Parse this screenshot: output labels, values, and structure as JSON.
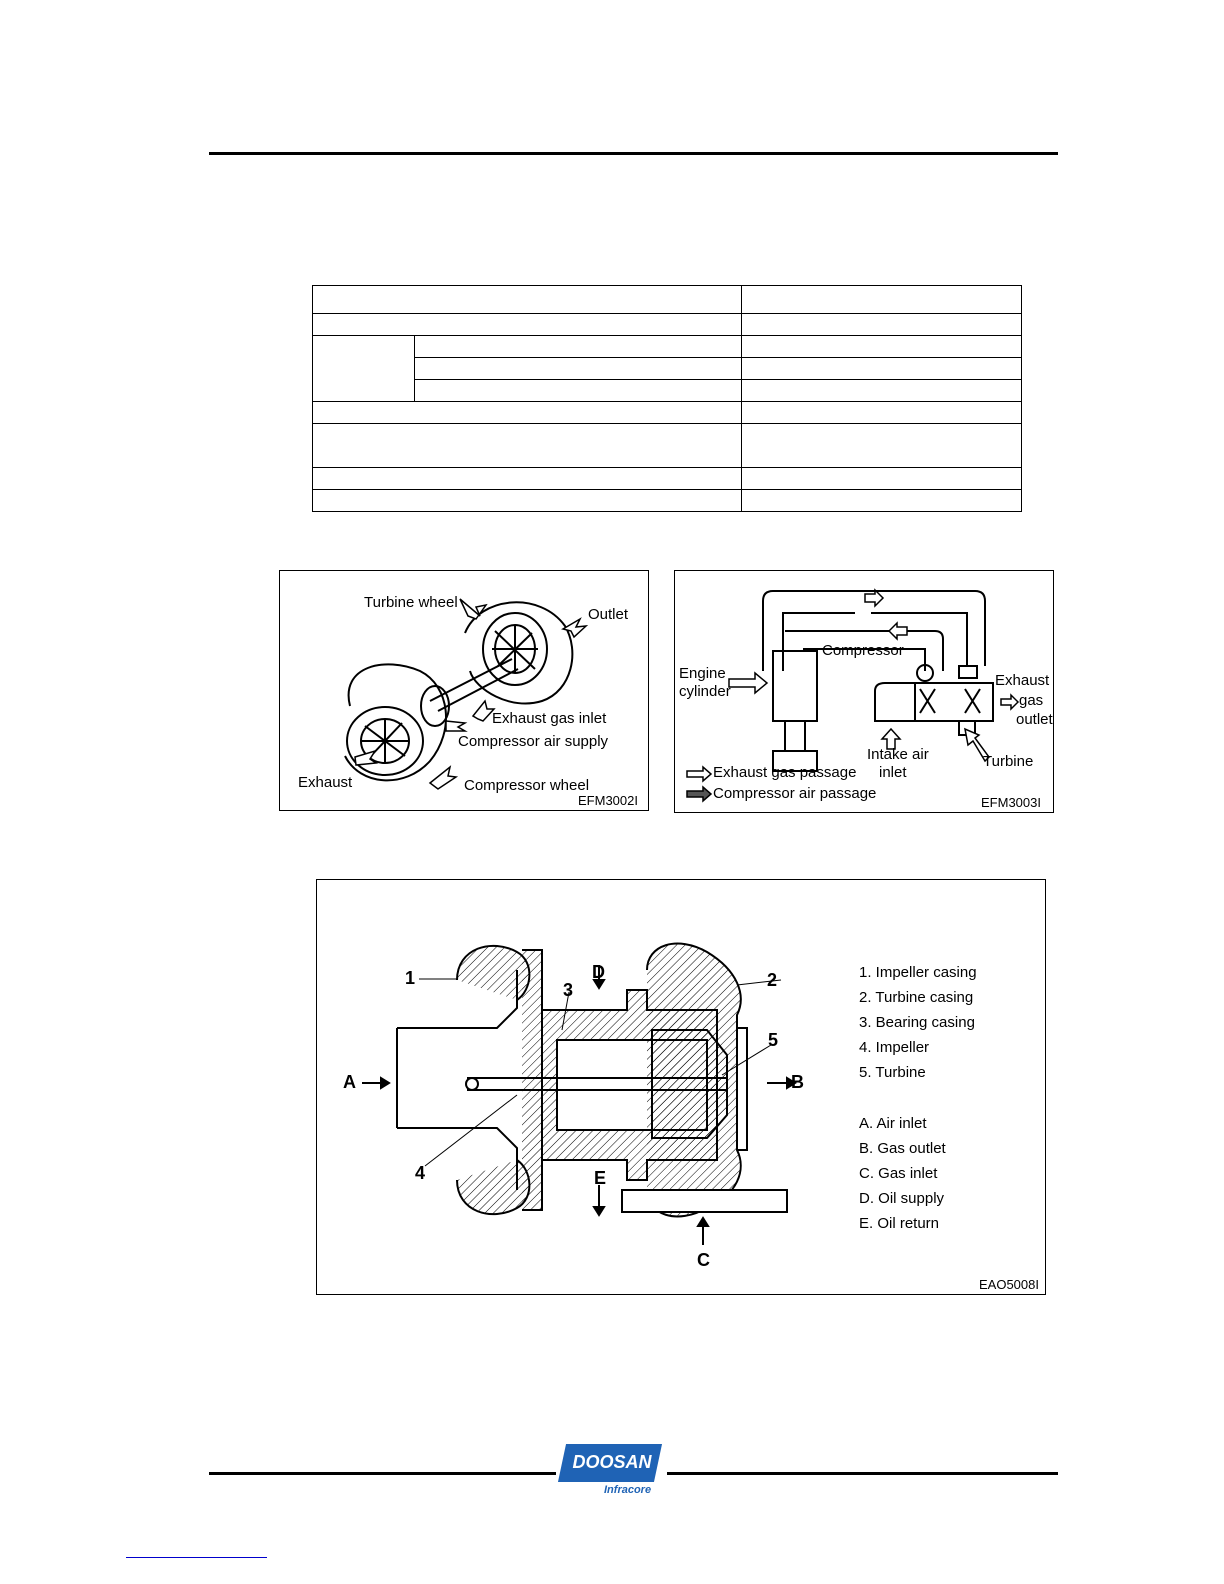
{
  "figure1": {
    "labels": {
      "turbine_wheel": "Turbine wheel",
      "outlet": "Outlet",
      "exhaust_gas_inlet": "Exhaust gas inlet",
      "compressor_air_supply": "Compressor air supply",
      "exhaust": "Exhaust",
      "compressor_wheel": "Compressor wheel"
    },
    "code": "EFM3002I"
  },
  "figure2": {
    "labels": {
      "compressor": "Compressor",
      "engine": "Engine",
      "cylinder": "cylinder",
      "exhaust": "Exhaust",
      "gas": "gas",
      "outlet": "outlet",
      "intake_air": "Intake air",
      "inlet": "inlet",
      "turbine": "Turbine",
      "exhaust_gas_passage": "Exhaust gas passage",
      "compressor_air_passage": "Compressor air passage"
    },
    "code": "EFM3003I"
  },
  "figure3": {
    "callouts": {
      "n1": "1",
      "n2": "2",
      "n3": "3",
      "n4": "4",
      "n5": "5",
      "a": "A",
      "b": "B",
      "c": "C",
      "d": "D",
      "e": "E"
    },
    "legend": [
      "1. Impeller casing",
      "2. Turbine casing",
      "3. Bearing casing",
      "4. Impeller",
      "5. Turbine",
      "A. Air inlet",
      "B. Gas outlet",
      "C. Gas inlet",
      "D. Oil supply",
      "E. Oil return"
    ],
    "code": "EAO5008I"
  },
  "footer": {
    "logo_text": "DOOSAN",
    "logo_subtext": "Infracore"
  }
}
